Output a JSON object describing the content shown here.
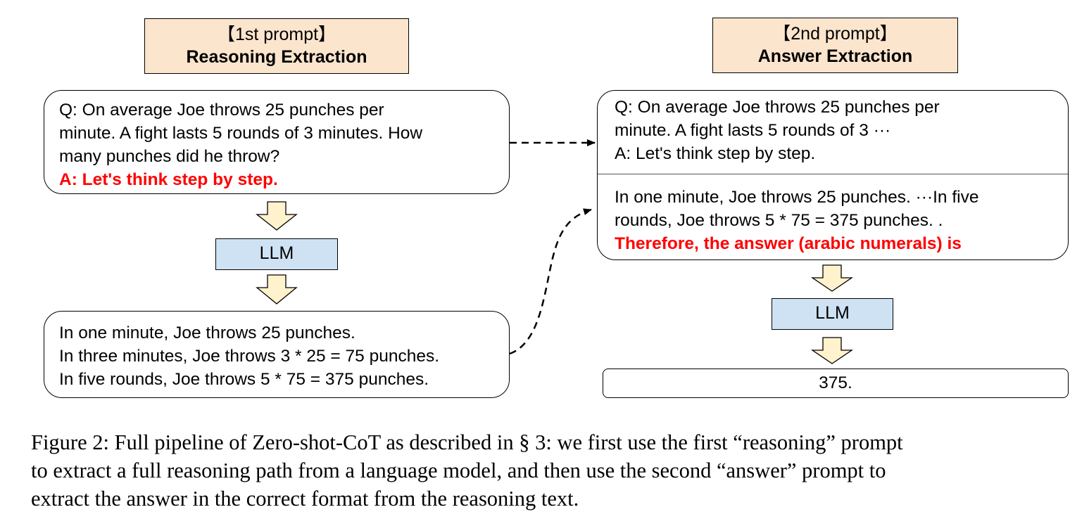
{
  "left": {
    "header": {
      "tag": "【1st prompt】",
      "title": "Reasoning Extraction"
    },
    "prompt": {
      "lines": [
        "Q: On average Joe throws 25 punches per",
        "minute.  A fight lasts 5 rounds of 3 minutes.  How",
        "many punches did he throw?"
      ],
      "trigger": "A: Let's think step by step."
    },
    "llm": "LLM",
    "output": {
      "lines": [
        "In one minute, Joe throws 25 punches.",
        "In three minutes, Joe throws 3 * 25 = 75 punches.",
        "In five rounds, Joe throws 5 * 75 = 375 punches."
      ]
    }
  },
  "right": {
    "header": {
      "tag": "【2nd prompt】",
      "title": "Answer Extraction"
    },
    "prompt_top": {
      "lines": [
        "Q: On average Joe throws 25 punches per",
        "minute.  A fight lasts 5 rounds of 3 ···",
        "A: Let's think step by step."
      ]
    },
    "prompt_bottom": {
      "lines": [
        "In one minute, Joe throws 25 punches. ···In five",
        "rounds, Joe throws 5 * 75 = 375 punches. ."
      ],
      "trigger": "Therefore, the answer (arabic numerals) is"
    },
    "llm": "LLM",
    "answer": "375."
  },
  "caption": {
    "lines": [
      "Figure 2: Full pipeline of Zero-shot-CoT as described in § 3: we first use the first “reasoning” prompt",
      "to extract a full reasoning path from a language model, and then use the second “answer” prompt to",
      "extract the answer in the correct format from the reasoning text."
    ]
  },
  "colors": {
    "header_fill": "#fce5cd",
    "llm_fill": "#cfe2f3",
    "arrow_fill": "#fff2cc",
    "trigger_text": "#ff0000"
  },
  "icons": [
    "down-arrow-icon",
    "dashed-arrow-icon"
  ]
}
